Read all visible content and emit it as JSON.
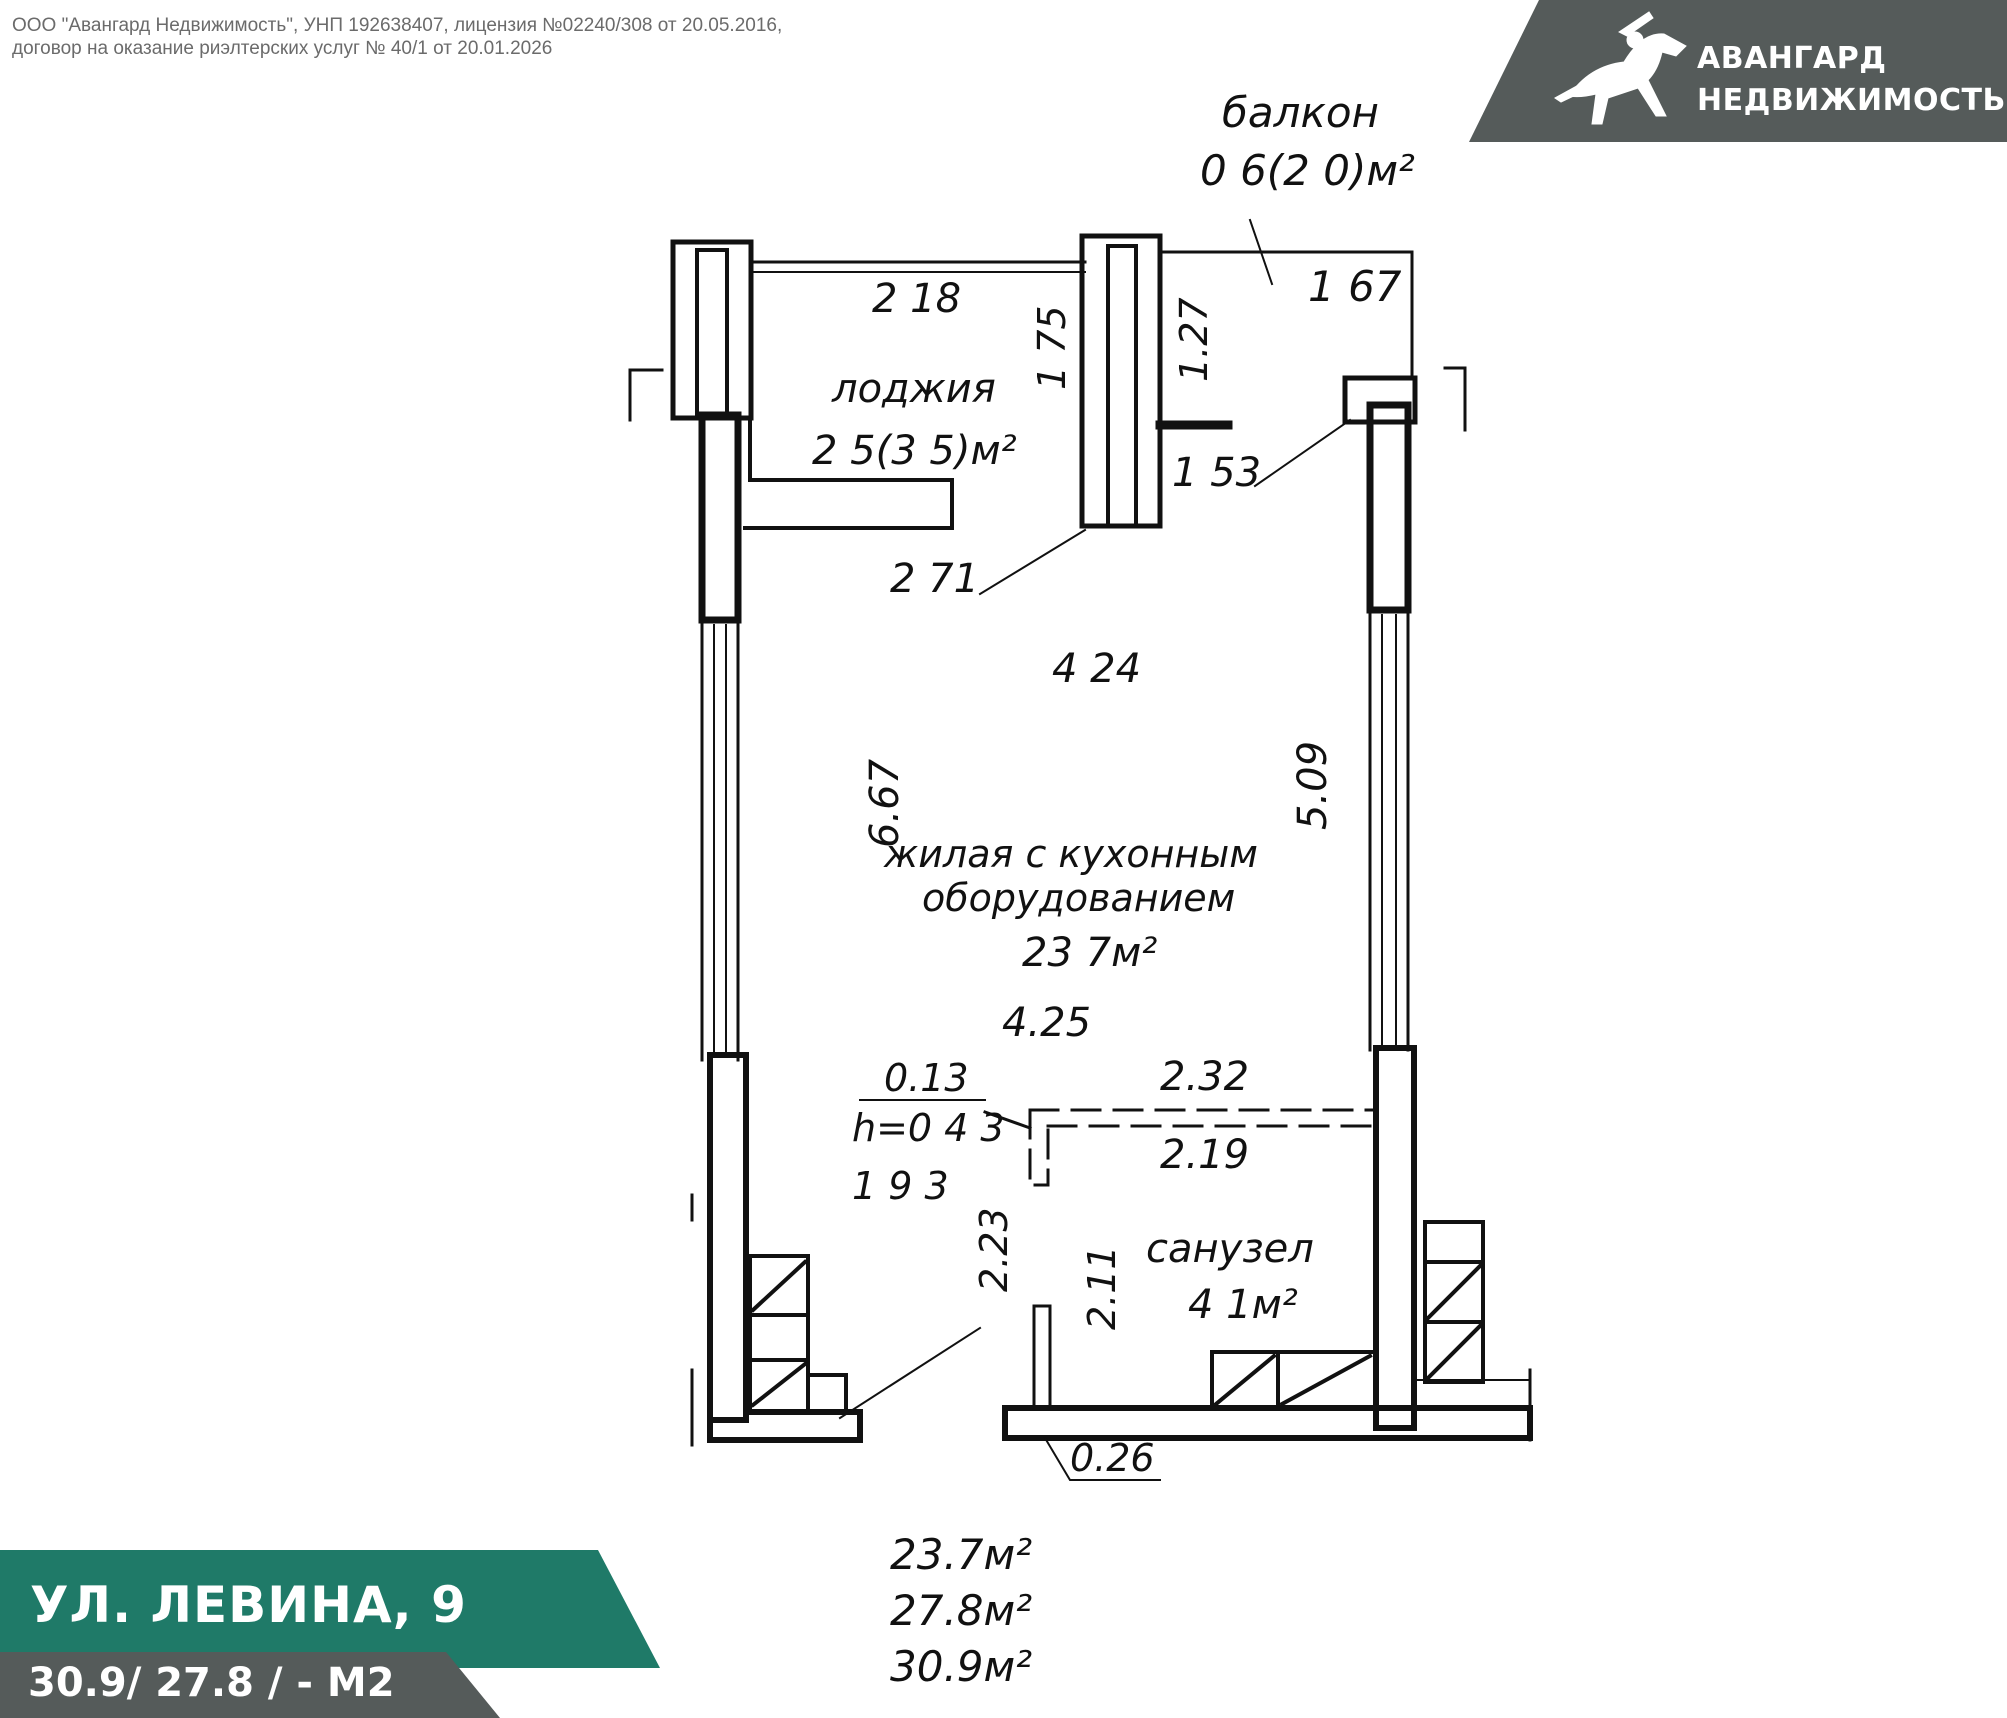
{
  "header": {
    "legal_line1": "ООО \"Авангард Недвижимость\", УНП 192638407, лицензия №02240/308 от 20.05.2016,",
    "legal_line2": "договор на оказание риэлтерских услуг № 40/1 от 20.01.2026"
  },
  "brand": {
    "line1": "АВАНГАРД",
    "line2": "НЕДВИЖИМОСТЬ",
    "logo_icon": "knight-on-horse-icon",
    "bg_color": "#555b5a"
  },
  "plan": {
    "balcony_label": "балкон",
    "balcony_area": "0 6(2 0)м²",
    "loggia_label": "лоджия",
    "loggia_area": "2 5(3 5)м²",
    "main_label_line1": "жилая с кухонным",
    "main_label_line2": "оборудованием",
    "main_area": "23 7м²",
    "bath_label": "санузел",
    "bath_area": "4 1м²",
    "dims": {
      "d218": "2 18",
      "d175": "1 75",
      "d127": "1.27",
      "d167": "1 67",
      "d153": "1 53",
      "d271": "2 71",
      "d424": "4 24",
      "d667": "6.67",
      "d509": "5.09",
      "d425": "4.25",
      "d013": "0.13",
      "h043": "h=0 4 3",
      "d232": "2.32",
      "d219": "2.19",
      "d193": "1 9 3",
      "d223": "2.23",
      "d211": "2.11",
      "d026": "0.26"
    },
    "totals": [
      "23.7м²",
      "27.8м²",
      "30.9м²"
    ]
  },
  "footer": {
    "address": "УЛ. ЛЕВИНА, 9",
    "areas": "30.9/ 27.8 / - М2",
    "banner_color": "#1f7a68",
    "subbar_color": "#555b5a"
  }
}
